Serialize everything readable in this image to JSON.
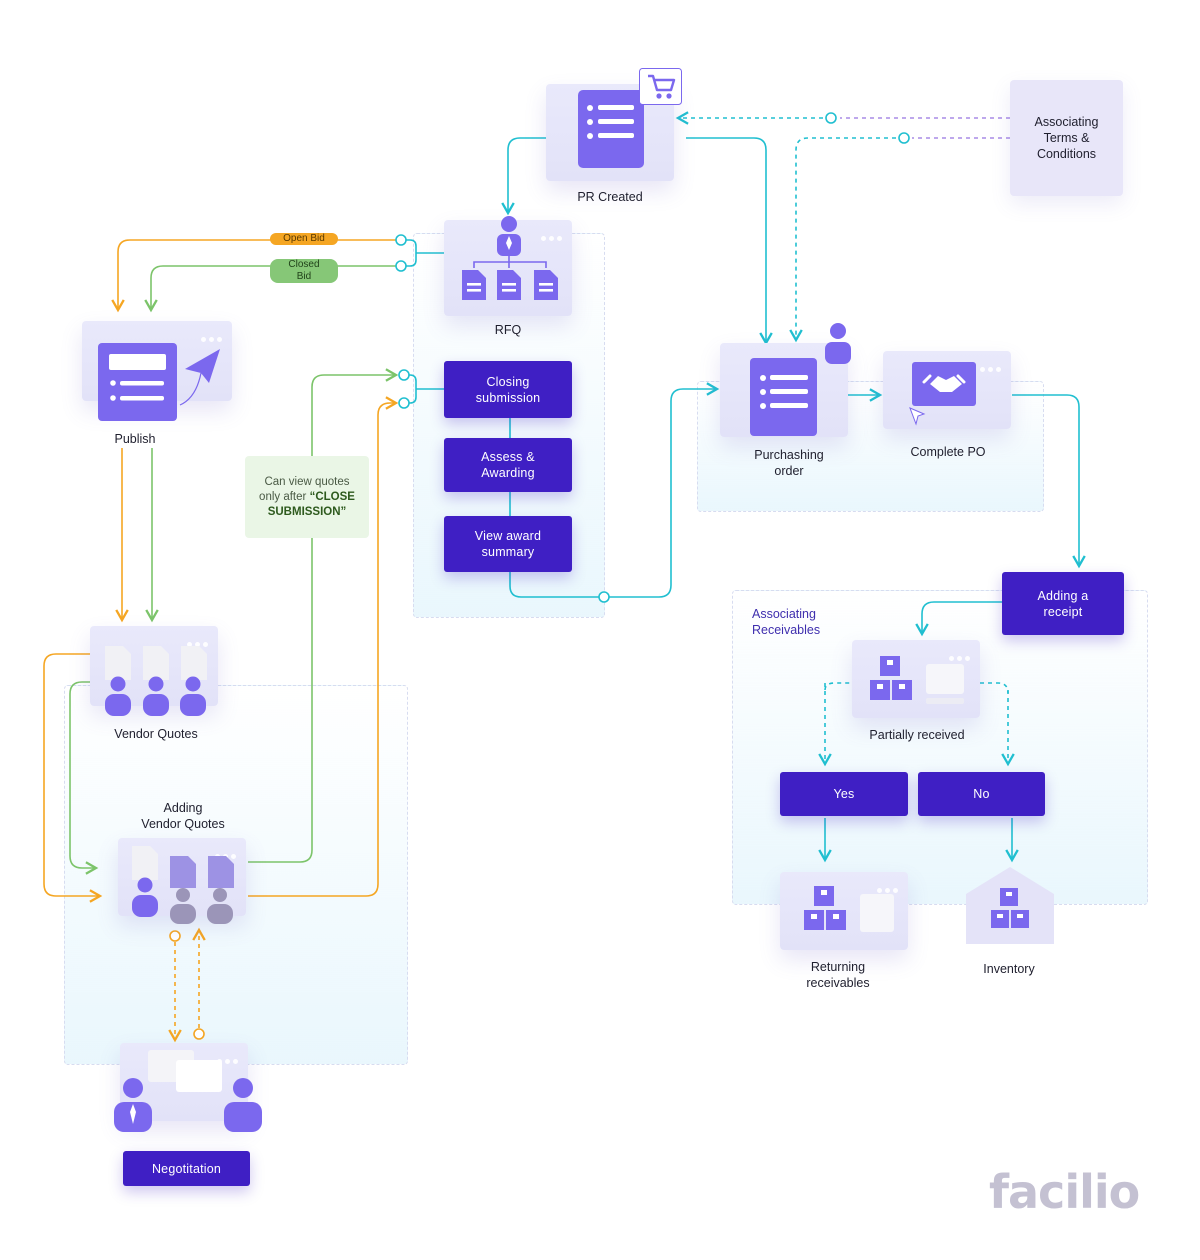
{
  "nodes": {
    "pr_created": "PR Created",
    "rfq": "RFQ",
    "publish": "Publish",
    "vendor_quotes": "Vendor Quotes",
    "adding_vendor_quotes": "Adding\nVendor Quotes",
    "purchasing_order": "Purchashing\norder",
    "complete_po": "Complete PO",
    "partially_received": "Partially received",
    "returning_receivables": "Returning\nreceivables",
    "inventory": "Inventory"
  },
  "buttons": {
    "closing_submission": "Closing\nsubmission",
    "assess_awarding": "Assess &\nAwarding",
    "view_award_summary": "View award\nsummary",
    "adding_receipt": "Adding a\nreceipt",
    "yes": "Yes",
    "no": "No",
    "negotiation": "Negotitation"
  },
  "pills": {
    "open_bid": "Open Bid",
    "closed_bid": "Closed Bid"
  },
  "note": {
    "line1": "Can view quotes",
    "line2": "only after",
    "highlight": "“CLOSE SUBMISSION”"
  },
  "terms_box": "Associating\nTerms &\nConditions",
  "zone_receivables_title": "Associating\nReceivables",
  "brand": "facilio",
  "colors": {
    "primary": "#3f1fc4",
    "icon": "#7b68ee",
    "teal": "#20bfd0",
    "orange": "#f5a623",
    "green": "#7cc46a",
    "purple_dash": "#a98be6"
  }
}
